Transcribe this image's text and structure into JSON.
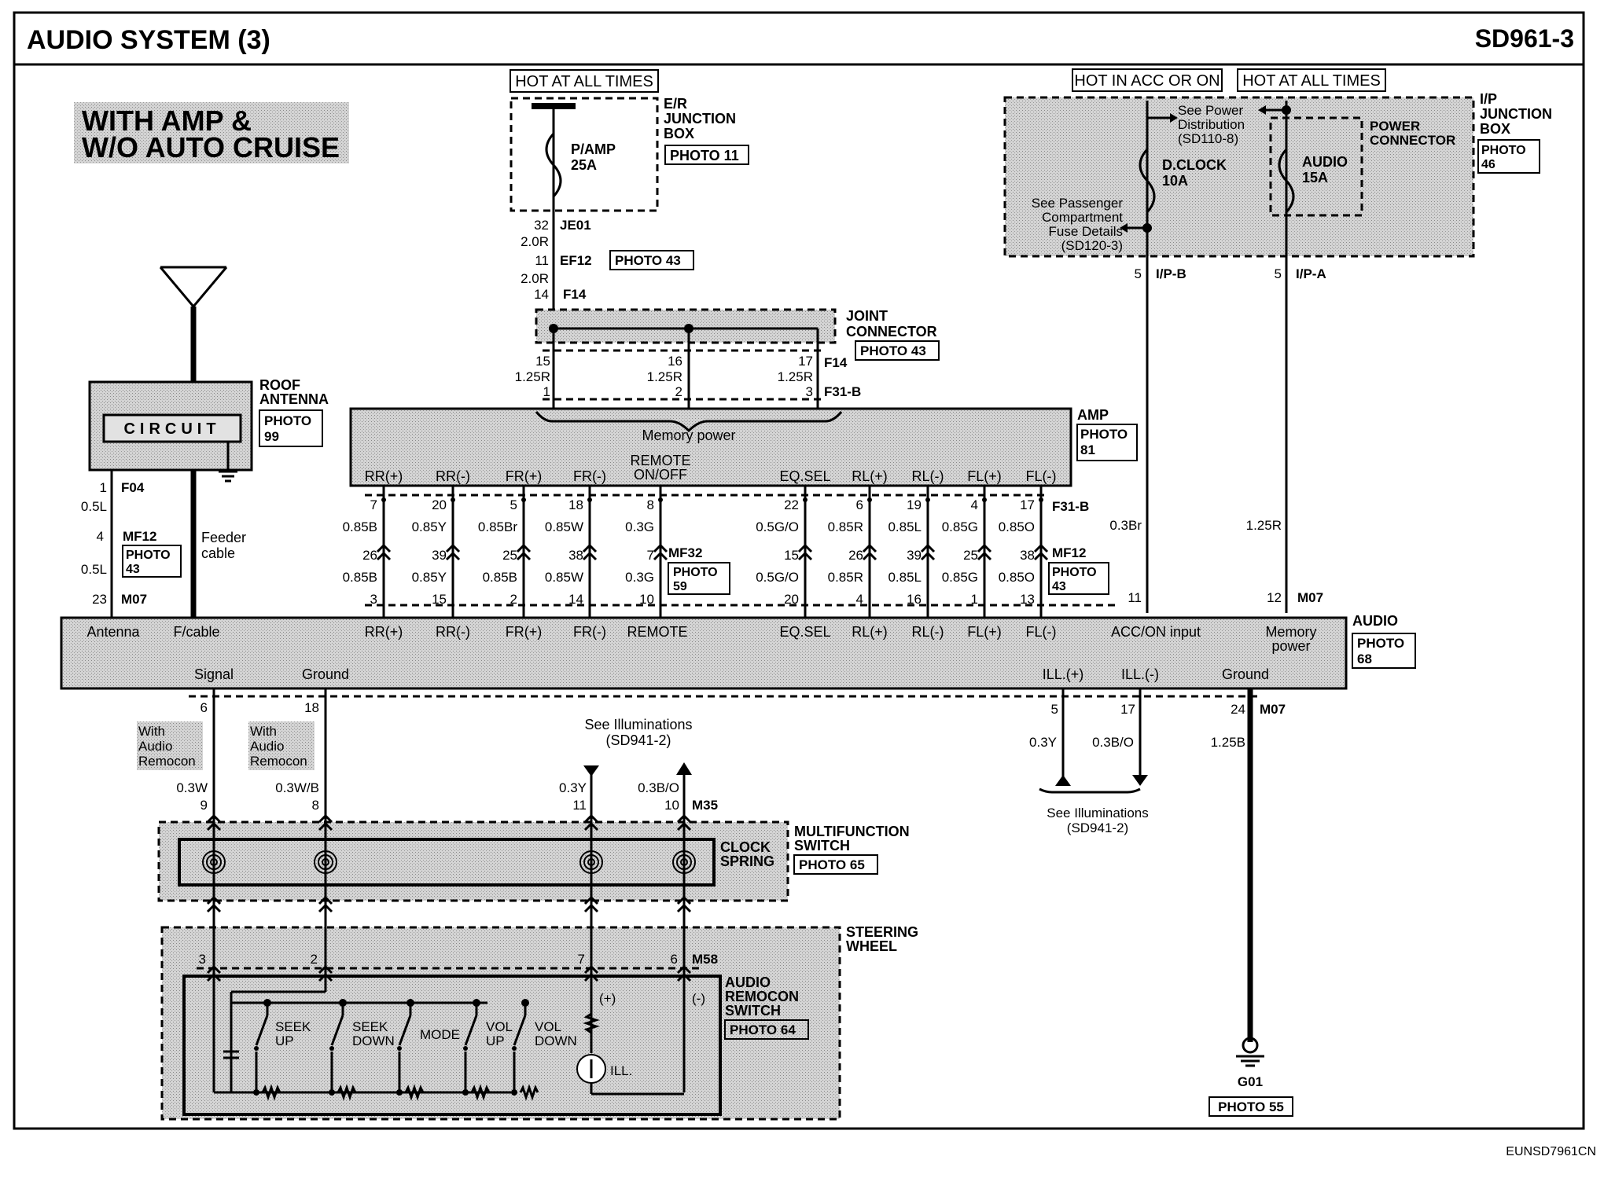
{
  "header": {
    "title": "AUDIO SYSTEM (3)",
    "code": "SD961-3"
  },
  "variant_label": [
    "WITH AMP &",
    "W/O AUTO CRUISE"
  ],
  "footer_code": "EUNSD7961CN",
  "power": {
    "hot_at_all_times_1": "HOT AT ALL TIMES",
    "hot_in_acc": "HOT IN ACC OR ON",
    "hot_at_all_times_2": "HOT AT ALL TIMES"
  },
  "er_box": {
    "title": [
      "E/R",
      "JUNCTION",
      "BOX"
    ],
    "photo": "PHOTO 11",
    "fuse_name": "P/AMP",
    "fuse_rating": "25A"
  },
  "ip_box": {
    "title": [
      "I/P",
      "JUNCTION",
      "BOX"
    ],
    "photo": [
      "PHOTO",
      "46"
    ],
    "power_connector": [
      "POWER",
      "CONNECTOR"
    ],
    "see_power": [
      "See Power",
      "Distribution",
      "(SD110-8)"
    ],
    "see_passenger": [
      "See Passenger",
      "Compartment",
      "Fuse Details",
      "(SD120-3)"
    ],
    "fuse1_name": "D.CLOCK",
    "fuse1_rating": "10A",
    "fuse2_name": "AUDIO",
    "fuse2_rating": "15A",
    "pin_ipb": "5",
    "conn_ipb": "I/P-B",
    "pin_ipa": "5",
    "conn_ipa": "I/P-A"
  },
  "feed": {
    "je01_pin": "32",
    "je01": "JE01",
    "w1": "2.0R",
    "ef12_pin": "11",
    "ef12": "EF12",
    "ef12_photo": "PHOTO 43",
    "w2": "2.0R",
    "f14_pin": "14",
    "f14": "F14"
  },
  "joint": {
    "title": [
      "JOINT",
      "CONNECTOR"
    ],
    "photo": "PHOTO 43",
    "pins": [
      "15",
      "16",
      "17"
    ],
    "conn": "F14",
    "wires": [
      "1.25R",
      "1.25R",
      "1.25R"
    ],
    "amp_pins": [
      "1",
      "2",
      "3"
    ],
    "amp_conn": "F31-B"
  },
  "amp": {
    "title": "AMP",
    "photo": [
      "PHOTO",
      "81"
    ],
    "memory_power": "Memory power",
    "remote": [
      "REMOTE",
      "ON/OFF"
    ],
    "terms": [
      "RR(+)",
      "RR(-)",
      "FR(+)",
      "FR(-)",
      "EQ.SEL",
      "RL(+)",
      "RL(-)",
      "FL(+)",
      "FL(-)"
    ],
    "out_conn": "F31-B"
  },
  "channels": {
    "amp_pins": [
      "7",
      "20",
      "5",
      "18",
      "8",
      "22",
      "6",
      "19",
      "4",
      "17"
    ],
    "wire_upper": [
      "0.85B",
      "0.85Y",
      "0.85Br",
      "0.85W",
      "0.3G",
      "0.5G/O",
      "0.85R",
      "0.85L",
      "0.85G",
      "0.85O"
    ],
    "mf_pins": [
      "26",
      "39",
      "25",
      "38",
      "7",
      "15",
      "26",
      "39",
      "25",
      "38"
    ],
    "wire_lower": [
      "0.85B",
      "0.85Y",
      "0.85B",
      "0.85W",
      "0.3G",
      "0.5G/O",
      "0.85R",
      "0.85L",
      "0.85G",
      "0.85O"
    ],
    "audio_pins": [
      "3",
      "15",
      "2",
      "14",
      "10",
      "20",
      "4",
      "16",
      "1",
      "13"
    ],
    "mf32": "MF32",
    "mf32_photo": [
      "PHOTO",
      "59"
    ],
    "mf12": "MF12",
    "mf12_photo": [
      "PHOTO",
      "43"
    ]
  },
  "antenna": {
    "title": [
      "ROOF",
      "ANTENNA"
    ],
    "photo": [
      "PHOTO",
      "99"
    ],
    "circuit": "CIRCUIT",
    "pin_f04": "1",
    "f04": "F04",
    "w1": "0.5L",
    "pin_mf12": "4",
    "mf12": "MF12",
    "photo_mf12": [
      "PHOTO",
      "43"
    ],
    "w2": "0.5L",
    "pin_m07": "23",
    "m07": "M07",
    "feeder": [
      "Feeder",
      "cable"
    ]
  },
  "acc": {
    "wire_acc": "0.3Br",
    "pin_acc": "11",
    "wire_mem": "1.25R",
    "pin_mem": "12",
    "conn": "M07"
  },
  "audio": {
    "title": "AUDIO",
    "photo": [
      "PHOTO",
      "68"
    ],
    "antenna": "Antenna",
    "fcable": "F/cable",
    "remote": "REMOTE",
    "acc_on": "ACC/ON input",
    "memory": [
      "Memory",
      "power"
    ],
    "signal": "Signal",
    "ground": "Ground",
    "ill_pos": "ILL.(+)",
    "ill_neg": "ILL.(-)",
    "ground2": "Ground"
  },
  "lower": {
    "pin_signal": "6",
    "pin_ground": "18",
    "with_remocon_1": [
      "With",
      "Audio",
      "Remocon"
    ],
    "with_remocon_2": [
      "With",
      "Audio",
      "Remocon"
    ],
    "wire_signal": "0.3W",
    "wire_ground": "0.3W/B",
    "ms_pin_signal": "9",
    "ms_pin_ground": "8",
    "see_illum_top": [
      "See Illuminations",
      "(SD941-2)"
    ],
    "wire_ill1": "0.3Y",
    "wire_ill2": "0.3B/O",
    "ms_pin_ill1": "11",
    "ms_pin_ill2": "10",
    "m35": "M35",
    "ill_pin1": "5",
    "ill_pin2": "17",
    "gnd_pin": "24",
    "m07": "M07",
    "wire_ill_out1": "0.3Y",
    "wire_ill_out2": "0.3B/O",
    "wire_gnd": "1.25B",
    "see_illum_right": [
      "See Illuminations",
      "(SD941-2)"
    ],
    "g01": "G01",
    "g01_photo": "PHOTO 55"
  },
  "multifunction": {
    "title": [
      "MULTIFUNCTION",
      "SWITCH"
    ],
    "clock_spring": [
      "CLOCK",
      "SPRING"
    ],
    "photo": "PHOTO 65"
  },
  "steering": {
    "title": [
      "STEERING",
      "WHEEL"
    ],
    "pins": [
      "3",
      "2",
      "7",
      "6"
    ],
    "m58": "M58",
    "remocon": [
      "AUDIO",
      "REMOCON",
      "SWITCH"
    ],
    "photo": "PHOTO 64",
    "seek_up": [
      "SEEK",
      "UP"
    ],
    "seek_down": [
      "SEEK",
      "DOWN"
    ],
    "mode": "MODE",
    "vol_up": [
      "VOL",
      "UP"
    ],
    "vol_down": [
      "VOL",
      "DOWN"
    ],
    "plus": "(+)",
    "minus": "(-)",
    "ill": "ILL."
  }
}
